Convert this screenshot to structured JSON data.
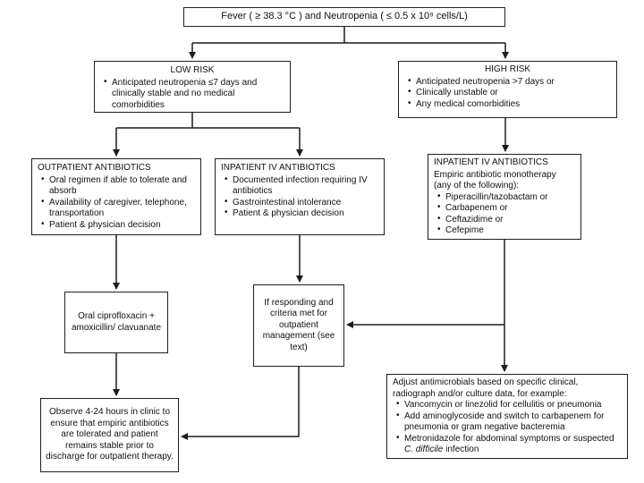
{
  "boxes": {
    "fever": {
      "text": "Fever ( ≥ 38.3 °C ) and Neutropenia ( ≤ 0.5 x 10⁹ cells/L)"
    },
    "low_risk": {
      "title": "LOW RISK",
      "bullets": [
        "Anticipated neutropenia ≤7 days and clinically stable and no medical comorbidities"
      ]
    },
    "high_risk": {
      "title": "HIGH RISK",
      "bullets": [
        "Anticipated neutropenia >7 days or",
        "Clinically unstable or",
        "Any medical comorbidities"
      ]
    },
    "outpatient": {
      "title": "OUTPATIENT ANTIBIOTICS",
      "bullets": [
        "Oral regimen if able to tolerate and absorb",
        "Availability of caregiver, telephone, transportation",
        "Patient & physician decision"
      ]
    },
    "inpatient_mid": {
      "title": "INPATIENT IV ANTIBIOTICS",
      "bullets": [
        "Documented infection requiring IV antibiotics",
        "Gastrointestinal intolerance",
        "Patient & physician decision"
      ]
    },
    "inpatient_right": {
      "title": "INPATIENT IV ANTIBIOTICS",
      "subtitle": "Empiric antibiotic monotherapy (any of the following):",
      "bullets": [
        "Piperacillin/tazobactam or",
        "Carbapenem or",
        "Ceftazidime or",
        "Cefepime"
      ]
    },
    "oral_cipro": {
      "text": "Oral ciprofloxacin + amoxicillin/ clavuanate"
    },
    "responding": {
      "text": "If responding and criteria met for outpatient management (see text)"
    },
    "observe": {
      "text": "Observe 4-24 hours in clinic to ensure that empiric antibiotics are tolerated and patient remains stable prior to discharge for outpatient therapy."
    },
    "adjust": {
      "intro": "Adjust antimicrobials based on specific clinical, radiograph and/or culture data, for example:",
      "bullets": [
        "Vancomycin or linezolid for cellulitis or pneumonia",
        "Add aminoglycoside and switch to carbapenem for pneumonia or gram negative bacteremia"
      ],
      "bullet3_prefix": "Metronidazole for abdominal symptoms or suspected ",
      "bullet3_italic": "C. difficile",
      "bullet3_suffix": " infection"
    }
  },
  "colors": {
    "line": "#1c1c1c",
    "border": "#1f1f1f",
    "text": "#111111",
    "background": "#ffffff"
  }
}
